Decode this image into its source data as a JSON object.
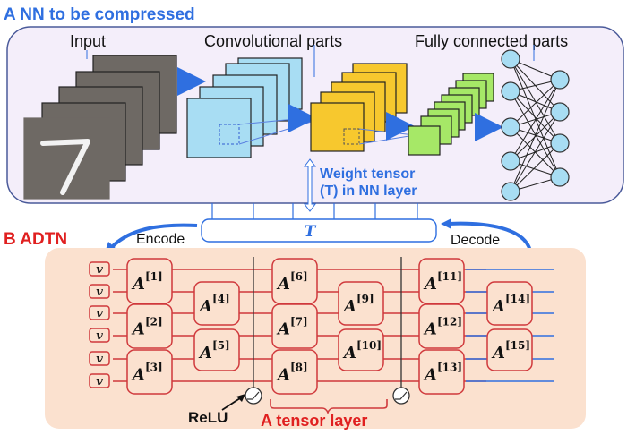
{
  "panel_a": {
    "heading": "A NN to be compressed",
    "labels": {
      "input": "Input",
      "conv": "Convolutional parts",
      "fc": "Fully connected parts"
    },
    "input_digit": "7",
    "weight_label_line1": "Weight tensor",
    "weight_label_line2": "(T) in NN layer"
  },
  "panel_b": {
    "heading": "B ADTN",
    "tensor_symbol": "T",
    "encode": "Encode",
    "decode": "Decode",
    "input_vector": "v",
    "relu": "ReLU",
    "tensor_layer": "A tensor layer",
    "nodes": [
      {
        "name": "A",
        "index": "[1]"
      },
      {
        "name": "A",
        "index": "[2]"
      },
      {
        "name": "A",
        "index": "[3]"
      },
      {
        "name": "A",
        "index": "[4]"
      },
      {
        "name": "A",
        "index": "[5]"
      },
      {
        "name": "A",
        "index": "[6]"
      },
      {
        "name": "A",
        "index": "[7]"
      },
      {
        "name": "A",
        "index": "[8]"
      },
      {
        "name": "A",
        "index": "[9]"
      },
      {
        "name": "A",
        "index": "[10]"
      },
      {
        "name": "A",
        "index": "[11]"
      },
      {
        "name": "A",
        "index": "[12]"
      },
      {
        "name": "A",
        "index": "[13]"
      },
      {
        "name": "A",
        "index": "[14]"
      },
      {
        "name": "A",
        "index": "[15]"
      }
    ]
  },
  "colors": {
    "accent_blue": "#2f6fe0",
    "accent_red": "#e02020",
    "panel_a_bg": "#f4eefa",
    "panel_b_bg": "#fbe1cf",
    "input_gray": "#6e6964",
    "conv_blue": "#a8ddf3",
    "conv_yellow": "#f7c82e",
    "conv_green": "#a6e867",
    "neuron": "#a8ddf3",
    "node_border": "#d0393c"
  }
}
